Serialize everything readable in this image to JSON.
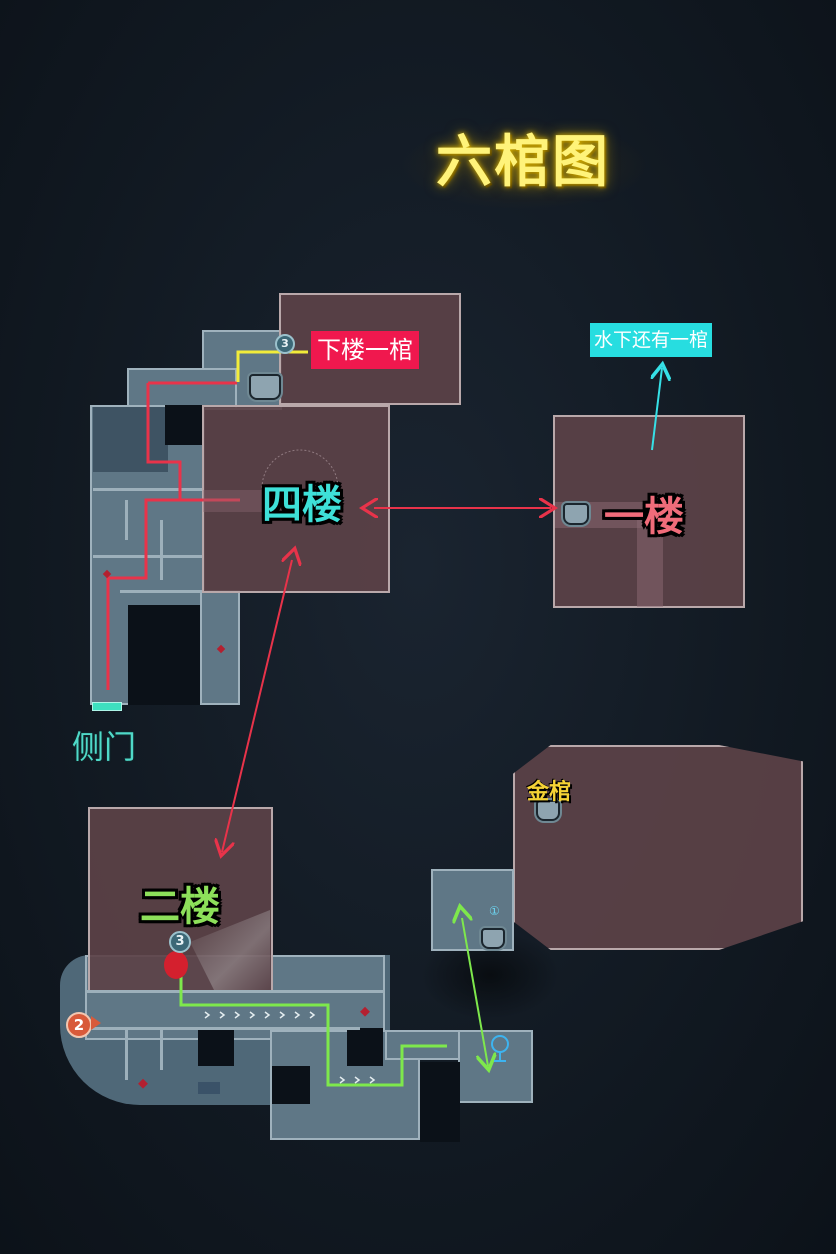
{
  "title": "六棺图",
  "labels": {
    "fourth_floor": "四楼",
    "first_floor": "一楼",
    "second_floor": "二楼",
    "side_door": "侧门",
    "gold_coffin": "金棺",
    "downstairs_coffin": "下楼一棺",
    "underwater_coffin": "水下还有一棺"
  },
  "markers": {
    "marker_3_top": "3",
    "marker_3_second_floor": "3",
    "marker_2": "2",
    "marker_1": "①"
  },
  "colors": {
    "fourth_floor_text": "#3ee0d8",
    "first_floor_text": "#f06c7a",
    "second_floor_text": "#8de05a",
    "side_door_text": "#4fd9c8",
    "gold_text": "#f5d235",
    "downstairs_tag_bg": "#f0184e",
    "underwater_tag_bg": "#27dde0",
    "red_route": "#e8334a",
    "green_route": "#7ee84c",
    "yellow_route": "#f2ec3a",
    "cyan_arrow": "#36e0e6"
  }
}
